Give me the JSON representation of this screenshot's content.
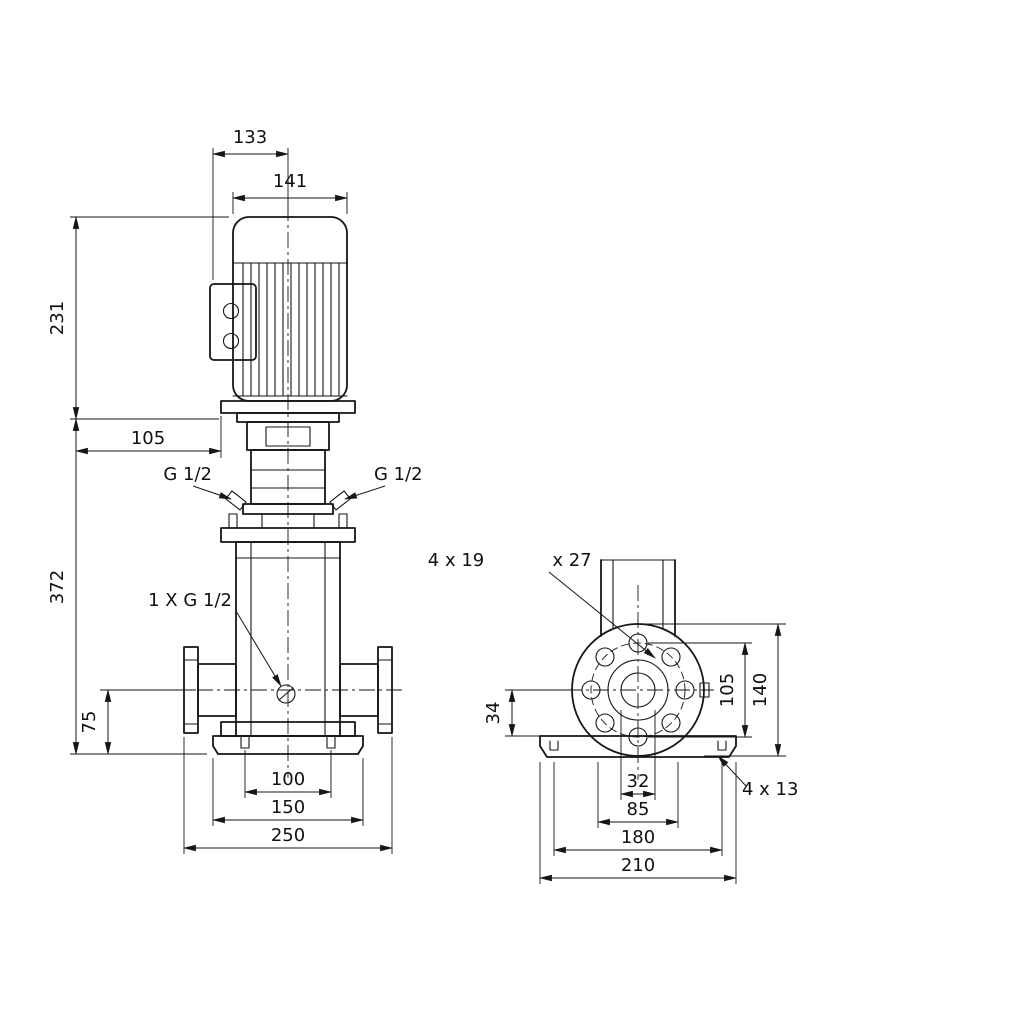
{
  "drawing": {
    "type": "technical-dimension-drawing",
    "subject": "vertical multistage pump outline with dimensions",
    "line_color": "#161616",
    "background": "#ffffff",
    "views": {
      "front": {
        "dims": {
          "d133": "133",
          "d141": "141",
          "d231": "231",
          "d105": "105",
          "d372": "372",
          "d75": "75",
          "d100": "100",
          "d150": "150",
          "d250": "250"
        },
        "labels": {
          "g12_left": "G 1/2",
          "g12_right": "G 1/2",
          "drain": "1 X G 1/2"
        }
      },
      "side": {
        "dims": {
          "d34": "34",
          "d105": "105",
          "d140": "140",
          "d32": "32",
          "d85": "85",
          "d180": "180",
          "d210": "210"
        },
        "labels": {
          "flange_holes_a": "4 x 19",
          "flange_holes_b": "x 27",
          "base_holes": "4  x 13"
        }
      }
    }
  }
}
